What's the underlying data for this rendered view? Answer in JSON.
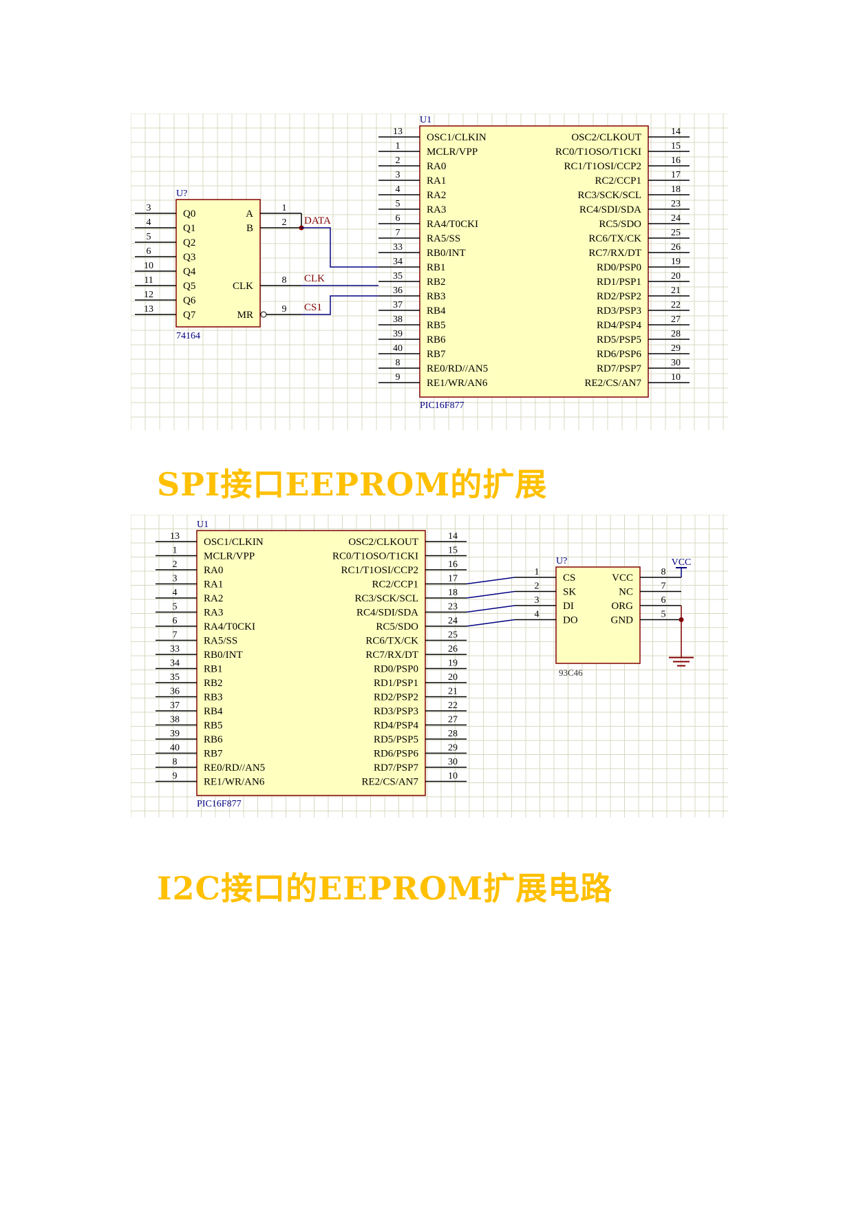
{
  "figure1": {
    "shift_reg": {
      "ref": "U?",
      "part": "74164",
      "left_pins": [
        {
          "num": "3",
          "name": "Q0"
        },
        {
          "num": "4",
          "name": "Q1"
        },
        {
          "num": "5",
          "name": "Q2"
        },
        {
          "num": "6",
          "name": "Q3"
        },
        {
          "num": "10",
          "name": "Q4"
        },
        {
          "num": "11",
          "name": "Q5"
        },
        {
          "num": "12",
          "name": "Q6"
        },
        {
          "num": "13",
          "name": "Q7"
        }
      ],
      "right_pins": [
        {
          "num": "1",
          "name": "A"
        },
        {
          "num": "2",
          "name": "B"
        },
        {
          "num": "8",
          "name": "CLK"
        },
        {
          "num": "9",
          "name": "MR"
        }
      ]
    },
    "net_labels": [
      "DATA",
      "CLK",
      "CS1"
    ],
    "mcu": {
      "ref": "U1",
      "part": "PIC16F877",
      "left_pins": [
        {
          "num": "13",
          "name": "OSC1/CLKIN"
        },
        {
          "num": "1",
          "name": "MCLR/VPP"
        },
        {
          "num": "2",
          "name": "RA0"
        },
        {
          "num": "3",
          "name": "RA1"
        },
        {
          "num": "4",
          "name": "RA2"
        },
        {
          "num": "5",
          "name": "RA3"
        },
        {
          "num": "6",
          "name": "RA4/T0CKI"
        },
        {
          "num": "7",
          "name": "RA5/SS"
        },
        {
          "num": "33",
          "name": "RB0/INT"
        },
        {
          "num": "34",
          "name": "RB1"
        },
        {
          "num": "35",
          "name": "RB2"
        },
        {
          "num": "36",
          "name": "RB3"
        },
        {
          "num": "37",
          "name": "RB4"
        },
        {
          "num": "38",
          "name": "RB5"
        },
        {
          "num": "39",
          "name": "RB6"
        },
        {
          "num": "40",
          "name": "RB7"
        },
        {
          "num": "8",
          "name": "RE0/RD//AN5"
        },
        {
          "num": "9",
          "name": "RE1/WR/AN6"
        }
      ],
      "right_pins": [
        {
          "num": "14",
          "name": "OSC2/CLKOUT"
        },
        {
          "num": "15",
          "name": "RC0/T1OSO/T1CKI"
        },
        {
          "num": "16",
          "name": "RC1/T1OSI/CCP2"
        },
        {
          "num": "17",
          "name": "RC2/CCP1"
        },
        {
          "num": "18",
          "name": "RC3/SCK/SCL"
        },
        {
          "num": "23",
          "name": "RC4/SDI/SDA"
        },
        {
          "num": "24",
          "name": "RC5/SDO"
        },
        {
          "num": "25",
          "name": "RC6/TX/CK"
        },
        {
          "num": "26",
          "name": "RC7/RX/DT"
        },
        {
          "num": "19",
          "name": "RD0/PSP0"
        },
        {
          "num": "20",
          "name": "RD1/PSP1"
        },
        {
          "num": "21",
          "name": "RD2/PSP2"
        },
        {
          "num": "22",
          "name": "RD3/PSP3"
        },
        {
          "num": "27",
          "name": "RD4/PSP4"
        },
        {
          "num": "28",
          "name": "RD5/PSP5"
        },
        {
          "num": "29",
          "name": "RD6/PSP6"
        },
        {
          "num": "30",
          "name": "RD7/PSP7"
        },
        {
          "num": "10",
          "name": "RE2/CS/AN7"
        }
      ]
    }
  },
  "caption1": "SPI接口EEPROM的扩展",
  "figure2": {
    "eeprom": {
      "ref": "U?",
      "part": "93C46",
      "left_pins": [
        {
          "num": "1",
          "name": "CS"
        },
        {
          "num": "2",
          "name": "SK"
        },
        {
          "num": "3",
          "name": "DI"
        },
        {
          "num": "4",
          "name": "DO"
        }
      ],
      "right_pins": [
        {
          "num": "8",
          "name": "VCC"
        },
        {
          "num": "7",
          "name": "NC"
        },
        {
          "num": "6",
          "name": "ORG"
        },
        {
          "num": "5",
          "name": "GND"
        }
      ]
    },
    "power_label": "VCC"
  },
  "caption2": "I2C接口的EEPROM扩展电路",
  "colors": {
    "caption": "#ffc000",
    "grid": "#d8d8c0",
    "component_fill": "#ffffc0",
    "component_border": "#800000",
    "wire": "#000080",
    "net_label": "#800000",
    "part_label": "#000080",
    "pin_wire": "#000000"
  }
}
